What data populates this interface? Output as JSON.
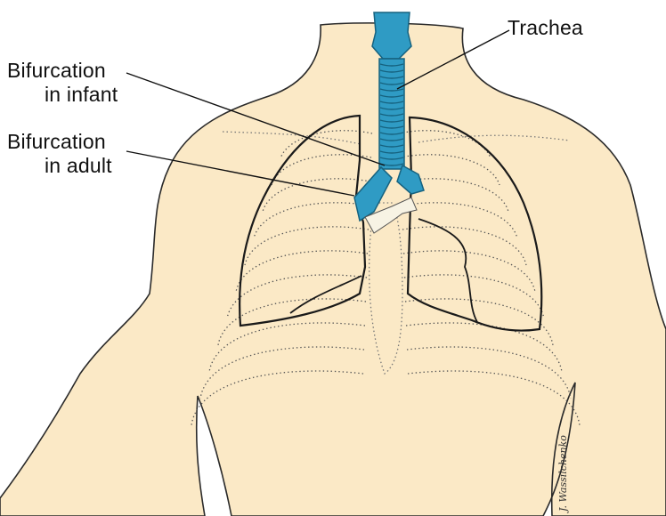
{
  "labels": {
    "trachea": "Trachea",
    "bifurcation_infant": [
      "Bifurcation",
      "in infant"
    ],
    "bifurcation_adult": [
      "Bifurcation",
      "in adult"
    ]
  },
  "signature": "J. Wassilchenko",
  "colors": {
    "skin": "#fbe9c6",
    "airway": "#2f9bc4",
    "airway_dark": "#16627f",
    "outline": "#1a1a1a",
    "ribs": "#555555"
  }
}
